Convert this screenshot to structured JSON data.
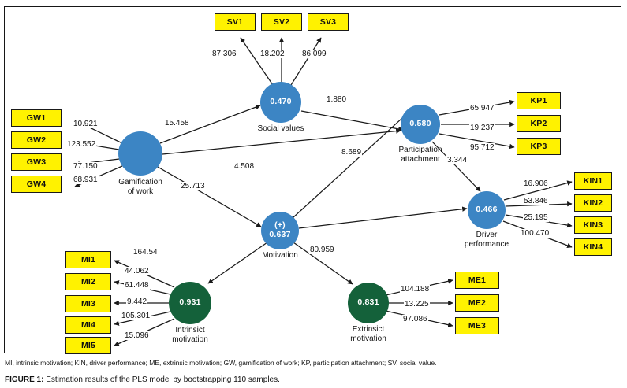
{
  "figure": {
    "frame_border_color": "#161616",
    "caption_label": "FIGURE 1:",
    "caption_text": "Estimation results of the PLS model by bootstrapping 110 samples.",
    "footnote": "MI, intrinsic motivation; KIN, driver performance; ME, extrinsic motivation; GW, gamification of work; KP, participation attachment; SV, social value."
  },
  "palette": {
    "indicator_fill": "#FFF200",
    "indicator_border": "#1a1a1a",
    "construct_blue": "#3C85C4",
    "construct_green": "#14613A",
    "arrow_color": "#1a1a1a",
    "text_color": "#111111"
  },
  "chart_data": {
    "type": "diagram",
    "title": "Estimation results of the PLS model by bootstrapping 110 samples.",
    "diagram_kind": "pls-sem-path-model",
    "bootstrap_samples": 110,
    "constructs": [
      {
        "id": "GW",
        "label": "Gamification\nof work",
        "value": "",
        "sign": "",
        "color": "#3C85C4",
        "shape": "circle"
      },
      {
        "id": "SV",
        "label": "Social values",
        "value": "0.470",
        "sign": "",
        "color": "#3C85C4",
        "shape": "circle"
      },
      {
        "id": "PA",
        "label": "Participation\nattachment",
        "value": "0.580",
        "sign": "",
        "color": "#3C85C4",
        "shape": "circle"
      },
      {
        "id": "MOT",
        "label": "Motivation",
        "value": "0.637",
        "sign": "(+)",
        "color": "#3C85C4",
        "shape": "circle"
      },
      {
        "id": "DP",
        "label": "Driver\nperformance",
        "value": "0.466",
        "sign": "",
        "color": "#3C85C4",
        "shape": "circle"
      },
      {
        "id": "IM",
        "label": "Intrinsict\nmotivation",
        "value": "0.931",
        "sign": "",
        "color": "#14613A",
        "shape": "circle"
      },
      {
        "id": "EM",
        "label": "Extrinsict\nmotivation",
        "value": "0.831",
        "sign": "",
        "color": "#14613A",
        "shape": "circle"
      }
    ],
    "indicators": [
      {
        "id": "GW1",
        "construct": "GW",
        "value": "10.921"
      },
      {
        "id": "GW2",
        "construct": "GW",
        "value": "123.552"
      },
      {
        "id": "GW3",
        "construct": "GW",
        "value": "77.150"
      },
      {
        "id": "GW4",
        "construct": "GW",
        "value": "68.931"
      },
      {
        "id": "SV1",
        "construct": "SV",
        "value": "87.306"
      },
      {
        "id": "SV2",
        "construct": "SV",
        "value": "18.202"
      },
      {
        "id": "SV3",
        "construct": "SV",
        "value": "86.099"
      },
      {
        "id": "KP1",
        "construct": "PA",
        "value": "65.947"
      },
      {
        "id": "KP2",
        "construct": "PA",
        "value": "19.237"
      },
      {
        "id": "KP3",
        "construct": "PA",
        "value": "95.712"
      },
      {
        "id": "KIN1",
        "construct": "DP",
        "value": "16.906"
      },
      {
        "id": "KIN2",
        "construct": "DP",
        "value": "53.846"
      },
      {
        "id": "KIN3",
        "construct": "DP",
        "value": "25.195"
      },
      {
        "id": "KIN4",
        "construct": "DP",
        "value": "100.470"
      },
      {
        "id": "MI1",
        "construct": "IM",
        "value": "44.062"
      },
      {
        "id": "MI2",
        "construct": "IM",
        "value": "61.448"
      },
      {
        "id": "MI3",
        "construct": "IM",
        "value": "9.442"
      },
      {
        "id": "MI4",
        "construct": "IM",
        "value": "105.301"
      },
      {
        "id": "MI5",
        "construct": "IM",
        "value": "15.096"
      },
      {
        "id": "ME1",
        "construct": "EM",
        "value": "104.188"
      },
      {
        "id": "ME2",
        "construct": "EM",
        "value": "13.225"
      },
      {
        "id": "ME3",
        "construct": "EM",
        "value": "97.086"
      }
    ],
    "structural_paths": [
      {
        "from": "GW",
        "to": "SV",
        "value": "15.458"
      },
      {
        "from": "GW",
        "to": "PA",
        "value": "4.508"
      },
      {
        "from": "GW",
        "to": "MOT",
        "value": "25.713"
      },
      {
        "from": "SV",
        "to": "PA",
        "value": "1.880"
      },
      {
        "from": "MOT",
        "to": "PA",
        "value": "8.689"
      },
      {
        "from": "PA",
        "to": "DP",
        "value": "3.344"
      },
      {
        "from": "MOT",
        "to": "DP",
        "value": "4.508"
      },
      {
        "from": "MOT",
        "to": "IM",
        "value": "164.54"
      },
      {
        "from": "MOT",
        "to": "EM",
        "value": "80.959"
      }
    ]
  },
  "nodes": {
    "gw": {
      "value": "",
      "label_line1": "Gamification",
      "label_line2": "of work"
    },
    "sv": {
      "value": "0.470",
      "label_line1": "Social values",
      "label_line2": ""
    },
    "pa": {
      "value": "0.580",
      "label_line1": "Participation",
      "label_line2": "attachment"
    },
    "mot": {
      "sign": "(+)",
      "value": "0.637",
      "label_line1": "Motivation",
      "label_line2": ""
    },
    "dp": {
      "value": "0.466",
      "label_line1": "Driver",
      "label_line2": "performance"
    },
    "im": {
      "value": "0.931",
      "label_line1": "Intrinsict",
      "label_line2": "motivation"
    },
    "em": {
      "value": "0.831",
      "label_line1": "Extrinsict",
      "label_line2": "motivation"
    }
  },
  "boxes": {
    "gw1": "GW1",
    "gw2": "GW2",
    "gw3": "GW3",
    "gw4": "GW4",
    "sv1": "SV1",
    "sv2": "SV2",
    "sv3": "SV3",
    "kp1": "KP1",
    "kp2": "KP2",
    "kp3": "KP3",
    "kin1": "KIN1",
    "kin2": "KIN2",
    "kin3": "KIN3",
    "kin4": "KIN4",
    "mi1": "MI1",
    "mi2": "MI2",
    "mi3": "MI3",
    "mi4": "MI4",
    "mi5": "MI5",
    "me1": "ME1",
    "me2": "ME2",
    "me3": "ME3"
  },
  "coefficients": {
    "gw1": "10.921",
    "gw2": "123.552",
    "gw3": "77.150",
    "gw4": "68.931",
    "sv1": "87.306",
    "sv2": "18.202",
    "sv3": "86.099",
    "kp1": "65.947",
    "kp2": "19.237",
    "kp3": "95.712",
    "kin1": "16.906",
    "kin2": "53.846",
    "kin3": "25.195",
    "kin4": "100.470",
    "mi1": "44.062",
    "mi2": "61.448",
    "mi3": "9.442",
    "mi4": "105.301",
    "mi5": "15.096",
    "me1": "104.188",
    "me2": "13.225",
    "me3": "97.086",
    "gw_sv": "15.458",
    "gw_pa": "4.508",
    "gw_mot": "25.713",
    "sv_pa": "1.880",
    "mot_pa": "8.689",
    "pa_dp": "3.344",
    "mot_im": "164.54",
    "mot_em": "80.959"
  }
}
